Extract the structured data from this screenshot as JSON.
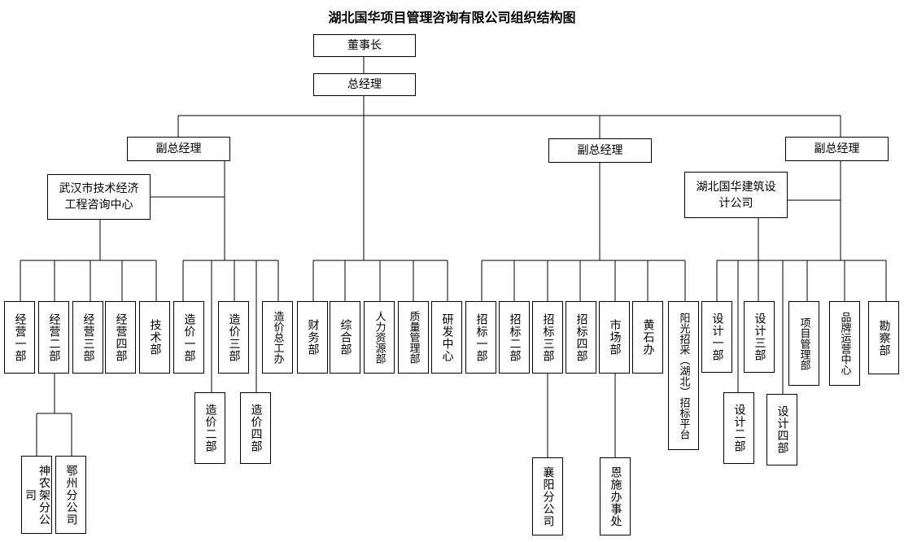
{
  "title": "湖北国华项目管理咨询有限公司组织结构图",
  "nodes": {
    "chairman": "董事长",
    "gm": "总经理",
    "vgm1": "副总经理",
    "vgm2": "副总经理",
    "vgm3": "副总经理",
    "whcenter": "武汉市技术经济工程咨询中心",
    "hbdesign": "湖北国华建筑设计公司",
    "jy1": "经营一部",
    "jy2": "经营二部",
    "jy3": "经营三部",
    "jy4": "经营四部",
    "jishu": "技术部",
    "zj1": "造价一部",
    "zj2": "造价二部",
    "zj3": "造价三部",
    "zj4": "造价四部",
    "zjoffice": "造价总工办",
    "caiwu": "财务部",
    "zonghe": "综合部",
    "renli": "人力资源部",
    "zhiliang": "质量管理部",
    "yanfa": "研发中心",
    "zb1": "招标一部",
    "zb2": "招标二部",
    "zb3": "招标三部",
    "zb4": "招标四部",
    "shichang": "市场部",
    "huangshi": "黄石办",
    "yangguang": "阳光招采（湖北）招标平台",
    "sj1": "设计一部",
    "sj2": "设计二部",
    "sj3": "设计三部",
    "sj4": "设计四部",
    "xmgl": "项目管理部",
    "ppyy": "品牌运营中心",
    "kancha": "勘察部",
    "snj": "神农架分公司",
    "ezhou": "鄂州分公司",
    "xiangyang": "襄阳分公司",
    "enshi": "恩施办事处"
  }
}
